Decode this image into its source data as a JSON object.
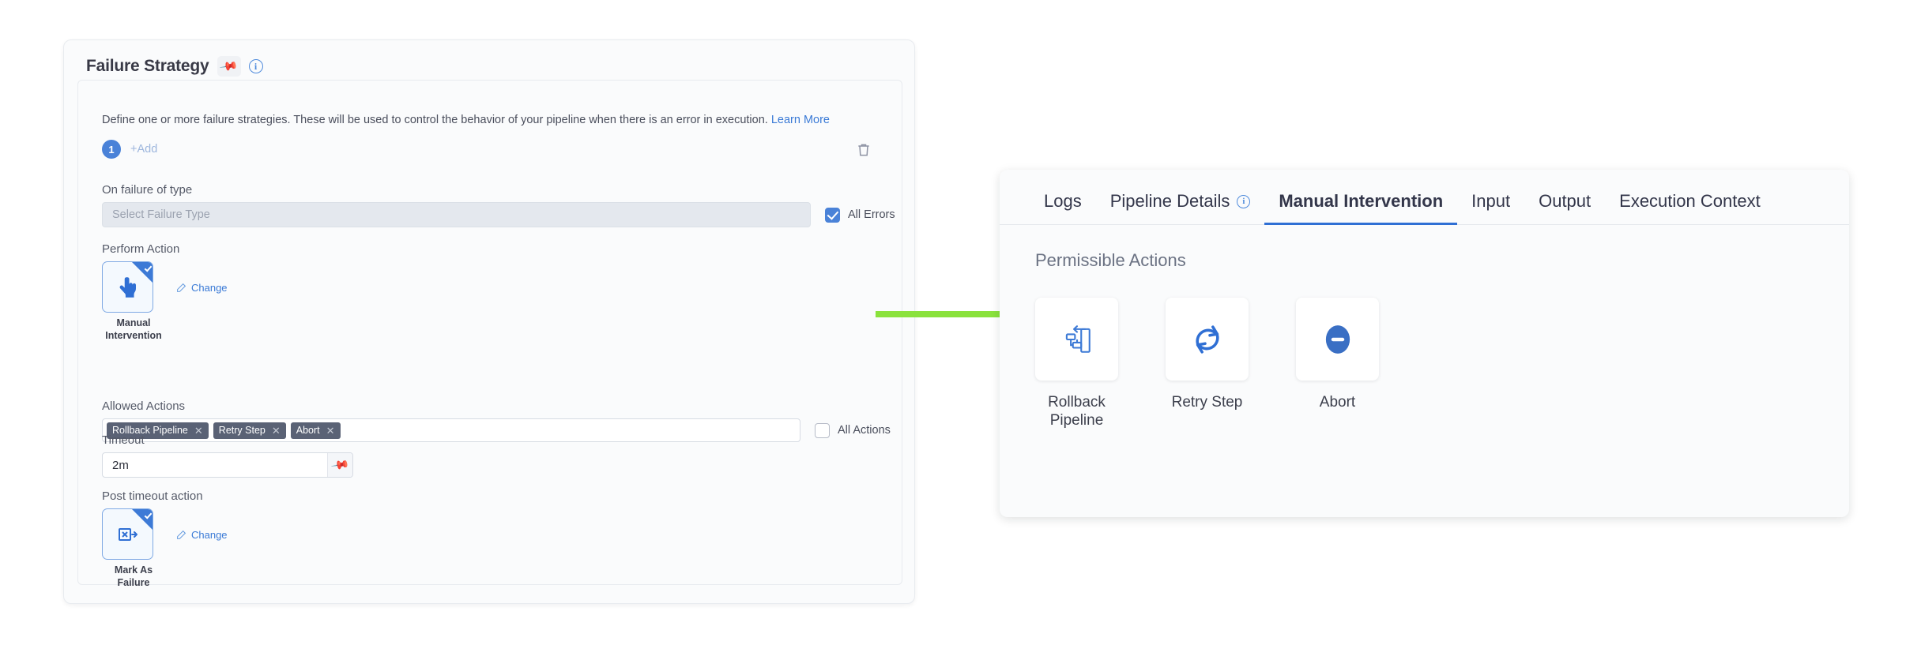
{
  "left_panel": {
    "title": "Failure Strategy",
    "pin_icon": "pin-icon",
    "info_icon": "info-icon",
    "description_prefix": "Define one or more failure strategies. These will be used to control the behavior of your pipeline when there is an error in execution.",
    "learn_more": "Learn More",
    "step_number": "1",
    "add_label": "+Add",
    "delete_icon": "trash-icon",
    "fields": {
      "on_failure_label": "On failure of type",
      "failure_type_placeholder": "Select Failure Type",
      "all_errors_label": "All Errors",
      "all_errors_checked": true,
      "perform_action_label": "Perform Action",
      "perform_action_tile_caption": "Manual Intervention",
      "perform_action_change": "Change",
      "allowed_actions_label": "Allowed Actions",
      "allowed_action_chips": [
        "Rollback Pipeline",
        "Retry Step",
        "Abort"
      ],
      "all_actions_label": "All Actions",
      "all_actions_checked": false,
      "timeout_label": "Timeout",
      "timeout_value": "2m",
      "post_timeout_label": "Post timeout action",
      "post_timeout_tile_caption": "Mark As Failure",
      "post_timeout_change": "Change"
    }
  },
  "arrow": {
    "color": "#8ae23c"
  },
  "right_panel": {
    "tabs": [
      {
        "label": "Logs",
        "active": false,
        "has_info": false
      },
      {
        "label": "Pipeline Details",
        "active": false,
        "has_info": true
      },
      {
        "label": "Manual Intervention",
        "active": true,
        "has_info": false
      },
      {
        "label": "Input",
        "active": false,
        "has_info": false
      },
      {
        "label": "Output",
        "active": false,
        "has_info": false
      },
      {
        "label": "Execution Context",
        "active": false,
        "has_info": false
      }
    ],
    "section_title": "Permissible Actions",
    "actions": [
      {
        "label": "Rollback Pipeline",
        "icon": "rollback-pipeline-icon"
      },
      {
        "label": "Retry Step",
        "icon": "retry-icon"
      },
      {
        "label": "Abort",
        "icon": "abort-icon"
      }
    ]
  },
  "colors": {
    "accent": "#2f6fd4",
    "chip": "#5a6275",
    "arrow": "#8ae23c"
  }
}
